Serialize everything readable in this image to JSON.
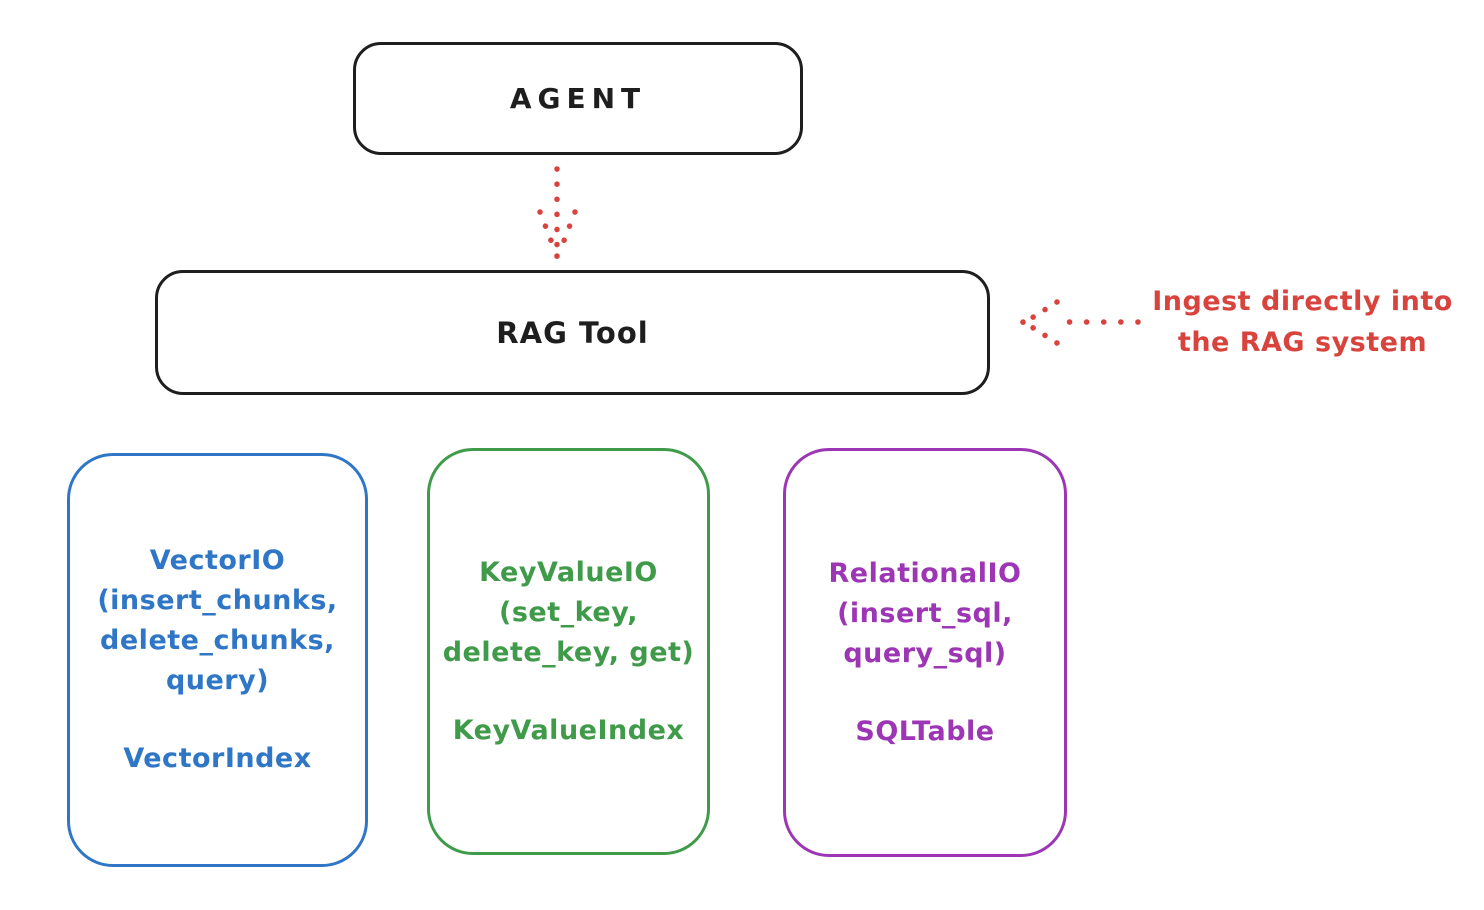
{
  "diagram": {
    "agent": {
      "label": "AGENT"
    },
    "rag_tool": {
      "label": "RAG Tool"
    },
    "annotation": {
      "line1": "Ingest directly into",
      "line2": "the RAG system",
      "color": "#d9433d"
    },
    "io_boxes": [
      {
        "name": "vector-io",
        "color": "#2f76c6",
        "lines": [
          "VectorIO",
          "(insert_chunks,",
          "delete_chunks,",
          "query)"
        ],
        "index_label": "VectorIndex"
      },
      {
        "name": "keyvalue-io",
        "color": "#3f9b4a",
        "lines": [
          "KeyValueIO",
          "(set_key,",
          "delete_key, get)"
        ],
        "index_label": "KeyValueIndex"
      },
      {
        "name": "relational-io",
        "color": "#9c36b5",
        "lines": [
          "RelationalIO",
          "(insert_sql,",
          "query_sql)"
        ],
        "index_label": "SQLTable"
      }
    ],
    "colors": {
      "stroke_black": "#1e1e1e",
      "accent_red": "#d9433d",
      "vector_blue": "#2f76c6",
      "keyvalue_green": "#3f9b4a",
      "relational_purple": "#9c36b5",
      "background": "#ffffff"
    }
  }
}
